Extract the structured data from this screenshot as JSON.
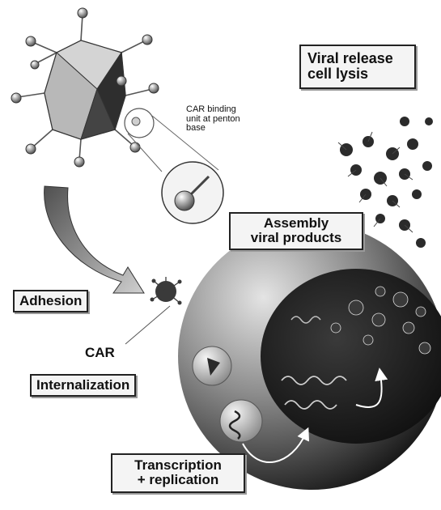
{
  "labels": {
    "car_binding": [
      "CAR binding",
      "unit at penton",
      "base"
    ],
    "viral_release": [
      "Viral release",
      "cell lysis"
    ],
    "assembly": [
      "Assembly",
      "viral products"
    ],
    "adhesion": "Adhesion",
    "car": "CAR",
    "internalization": "Internalization",
    "transcription": [
      "Transcription",
      "+ replication"
    ]
  },
  "colors": {
    "cell_light": "#e2e2e2",
    "cell_dark": "#161616",
    "capsid_light": "#cfcfcf",
    "capsid_dark": "#2e2e2e",
    "label_box": "#f4f4f4"
  }
}
